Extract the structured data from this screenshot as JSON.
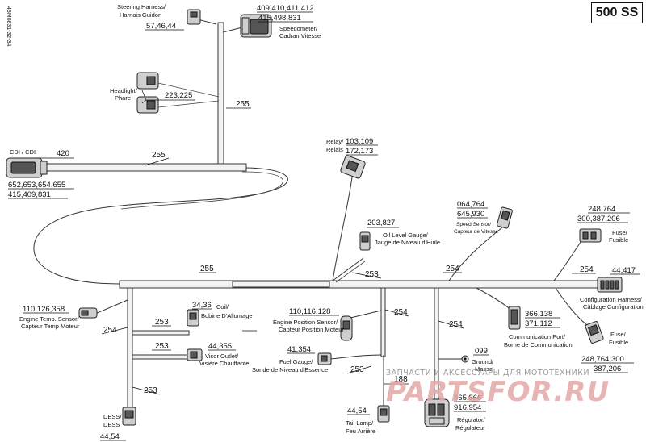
{
  "model": "500 SS",
  "doc_number": "43M0831-32-34",
  "components": {
    "steering": {
      "en": "Steering Harness/",
      "fr": "Harnais Guidon",
      "refs": "57,46,44"
    },
    "speedometer": {
      "en": "Speedometer/",
      "fr": "Cadran Vitesse",
      "refs1": "409,410,411,412",
      "refs2": "415,498,831"
    },
    "headlight": {
      "en": "Headlight/",
      "fr": "Phare",
      "refs": "223,225"
    },
    "cdi": {
      "en": "CDI / CDI",
      "refs_top": "420",
      "refs1": "652,653,654,655",
      "refs2": "415,409,831"
    },
    "relay": {
      "en": "Relay/",
      "fr": "Relais",
      "refs1": "103,109",
      "refs2": "172,173"
    },
    "oil": {
      "en": "Oil Level Gauge/",
      "fr": "Jauge de Niveau d'Huile",
      "refs": "203,827"
    },
    "speed_sensor": {
      "en": "Speed Sensor/",
      "fr": "Capteur de Vitesse",
      "refs1": "064,764",
      "refs2": "645,930"
    },
    "fuse_top": {
      "en": "Fuse/",
      "fr": "Fusible",
      "refs1": "248,764",
      "refs2": "300,387,206"
    },
    "config": {
      "en": "Configuration Harness/",
      "fr": "Câblage Configuration",
      "refs": "44,417"
    },
    "engine_temp": {
      "en": "Engine Temp. Sensor/",
      "fr": "Capteur Temp Moteur",
      "refs": "110,126,358"
    },
    "coil": {
      "en": "Coil/",
      "fr": "Bobine D'Allumage",
      "refs": "34,36"
    },
    "engine_pos": {
      "en": "Engine Position Sensor/",
      "fr": "Capteur Position Moteur",
      "refs": "110,116,128"
    },
    "comm_port": {
      "en": "Communication Port/",
      "fr": "Borne de Communication",
      "refs1": "366,138",
      "refs2": "371,112"
    },
    "fuse_bottom": {
      "en": "Fuse/",
      "fr": "Fusible",
      "refs1": "248,764,300",
      "refs2": "387,206"
    },
    "visor": {
      "en": "Visor Outlet/",
      "fr": "Visière Chauffante",
      "refs": "44,355"
    },
    "fuel": {
      "en": "Fuel Gauge/",
      "fr": "Sonde de Niveau d'Essence",
      "refs": "41,354"
    },
    "ground": {
      "en": "Ground/",
      "fr": "Masse",
      "refs": "099"
    },
    "regulator": {
      "en": "Régulator/",
      "fr": "Régulateur",
      "refs1": "865,866",
      "refs2": "916,954"
    },
    "dess": {
      "en": "DESS/",
      "fr": "DESS",
      "refs": "44,54"
    },
    "tail": {
      "en": "Tail Lamp/",
      "fr": "Feu Arrière",
      "refs": "44,54"
    }
  },
  "harness_labels": {
    "h255_top": "255",
    "h255_cdi": "255",
    "h255_main": "255",
    "h253_oil": "253",
    "h254_speed": "254",
    "h254_fuse": "254",
    "h254_left": "254",
    "h253_coil": "253",
    "h253_visor": "253",
    "h253_dess": "253",
    "h254_engpos": "254",
    "h254_reg": "254",
    "h253_fuel": "253",
    "h188": "188"
  },
  "watermark": {
    "top": "ЗАПЧАСТИ И АКСЕССУАРЫ ДЛЯ МОТОТЕХНИКИ",
    "main": "PARTSFOR.RU"
  }
}
